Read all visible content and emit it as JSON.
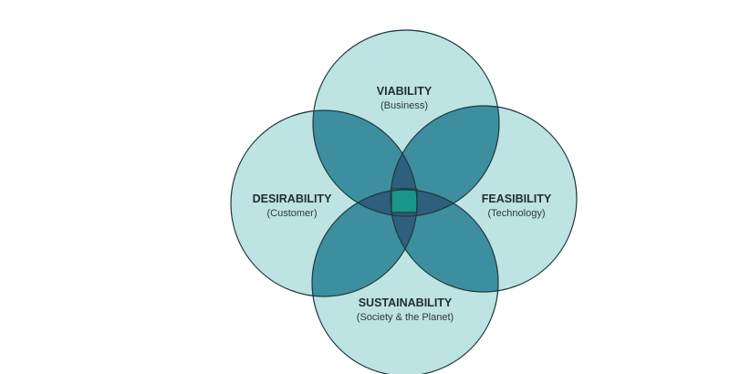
{
  "diagram": {
    "type": "four-circle-venn",
    "colors": {
      "circle_fill": "#bde3e2",
      "pair_overlap": "#3d8f9f",
      "triple_overlap": "#2e5f7c",
      "center": "#19968a",
      "stroke": "#1f3a40"
    },
    "circles": [
      {
        "id": "viability",
        "title": "VIABILITY",
        "subtitle": "(Business)"
      },
      {
        "id": "desirability",
        "title": "DESIRABILITY",
        "subtitle": "(Customer)"
      },
      {
        "id": "feasibility",
        "title": "FEASIBILITY",
        "subtitle": "(Technology)"
      },
      {
        "id": "sustainability",
        "title": "SUSTAINABILITY",
        "subtitle": "(Society & the Planet)"
      }
    ]
  }
}
